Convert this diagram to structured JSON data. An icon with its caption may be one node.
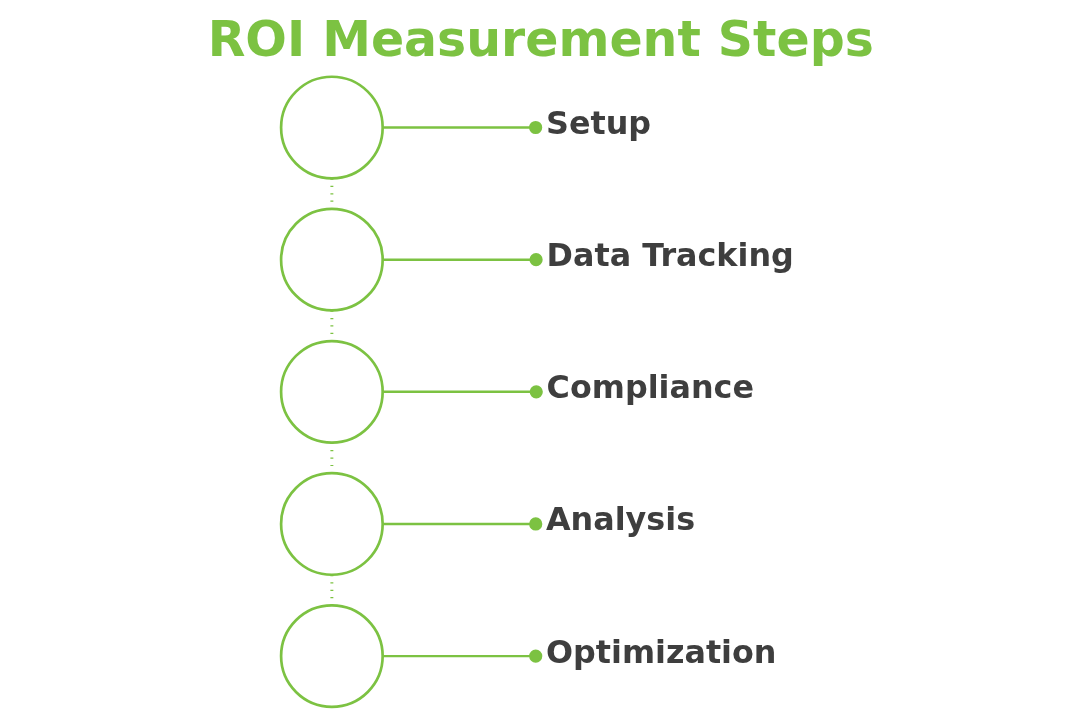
{
  "diagram": {
    "title": "ROI Measurement Steps",
    "nodes": [
      {
        "text": [],
        "shape": "circle"
      },
      {
        "text": [
          "Setup"
        ]
      },
      {
        "text": [],
        "shape": "circle"
      },
      {
        "text": [
          "Data Tracking"
        ]
      },
      {
        "text": [],
        "shape": "circle"
      },
      {
        "text": [
          "Compliance"
        ]
      },
      {
        "text": [],
        "shape": "circle"
      },
      {
        "text": [
          "Analysis"
        ]
      },
      {
        "text": [],
        "shape": "circle"
      },
      {
        "text": [
          "Optimization"
        ]
      }
    ],
    "edges": [
      {
        "from": 0,
        "to": 1,
        "arrow": "other"
      },
      {
        "from": 2,
        "to": 3,
        "arrow": "other"
      },
      {
        "from": 4,
        "to": 5,
        "arrow": "other"
      },
      {
        "from": 6,
        "to": 7,
        "arrow": "other"
      },
      {
        "from": 8,
        "to": 9,
        "arrow": "other"
      },
      {
        "from": 0,
        "to": 2,
        "arrow": "none",
        "style": "dashed"
      },
      {
        "from": 2,
        "to": 4,
        "arrow": "none",
        "style": "dashed"
      },
      {
        "from": 4,
        "to": 6,
        "arrow": "none",
        "style": "dashed"
      },
      {
        "from": 6,
        "to": 8,
        "arrow": "none",
        "style": "dashed"
      }
    ]
  }
}
